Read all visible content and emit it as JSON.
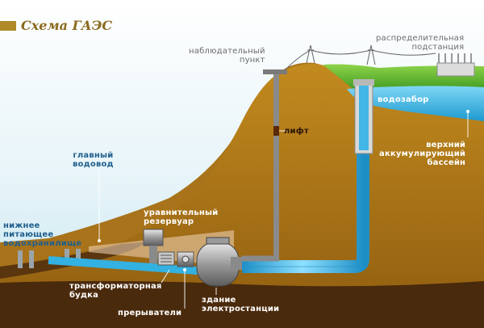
{
  "title": "Схема ГАЭС",
  "colors": {
    "title": "#8b6a1f",
    "sky": "#cfe9f1",
    "earth": "#b07a16",
    "soil_dark": "#4a2a0c",
    "water": "#33b1e0",
    "grass": "#5cb531"
  },
  "labels": {
    "observation_point": [
      "наблюдательный",
      "пункт"
    ],
    "substation": [
      "распределительная",
      "подстанция"
    ],
    "water_intake": "водозабор",
    "lift": "лифт",
    "upper_reservoir": [
      "верхний",
      "аккумулирующий",
      "бассейн"
    ],
    "main_conduit": [
      "главный",
      "водовод"
    ],
    "surge_tank": [
      "уравнительный",
      "резервуар"
    ],
    "lower_reservoir": [
      "нижнее",
      "питающее",
      "водохранилище"
    ],
    "transformer_booth": [
      "трансформаторная",
      "будка"
    ],
    "breakers": "прерыватели",
    "powerhouse": [
      "здание",
      "электростанции"
    ]
  }
}
